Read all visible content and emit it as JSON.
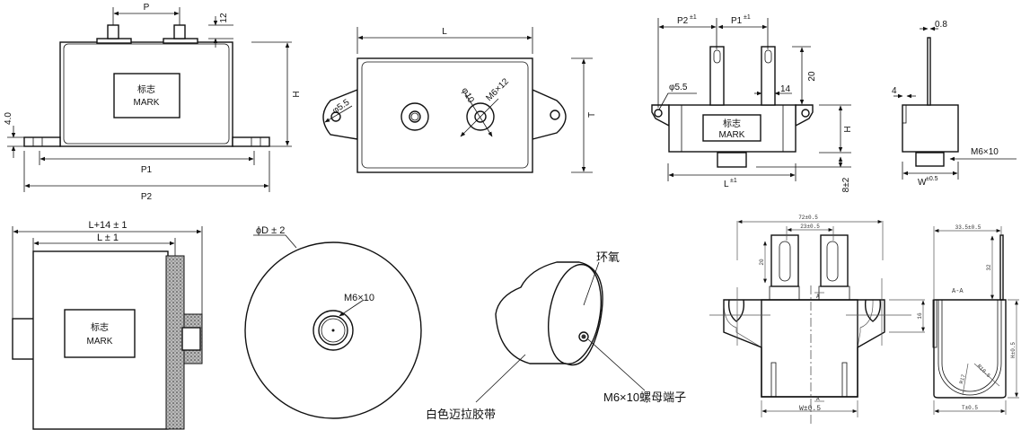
{
  "views": {
    "front_view": {
      "mark": [
        "标志",
        "MARK"
      ],
      "dims": {
        "pitch": "P",
        "terminal_height": "12",
        "height": "H",
        "flange": "4.0",
        "p1": "P1",
        "p2": "P2"
      }
    },
    "top_view": {
      "dims": {
        "length": "L",
        "thickness": "T",
        "hole": "φ5.5",
        "boss": "φ10",
        "thread": "M6×12"
      }
    },
    "tab_front_view": {
      "mark": [
        "标志",
        "MARK"
      ],
      "dims": {
        "p2": "P2",
        "p2_tol": "±1",
        "p1": "P1",
        "p1_tol": "±1",
        "tab_len": "20",
        "tab_w": "14",
        "hole": "φ5.5",
        "height": "H",
        "length": "L",
        "length_tol": "±1",
        "stud": "8±2"
      }
    },
    "tab_side_view": {
      "dims": {
        "thickness": "0.8",
        "offset": "4",
        "thread": "M6×10",
        "width": "W",
        "width_tol": "±0.5"
      }
    },
    "cylinder_side_view": {
      "mark": [
        "标志",
        "MARK"
      ],
      "dims": {
        "overall": "L+14 ± 1",
        "length": "L ± 1"
      }
    },
    "cylinder_end_view": {
      "dims": {
        "diameter": "ϕD ± 2",
        "thread": "M6×10"
      }
    },
    "cylinder_3d_view": {
      "labels": {
        "epoxy": "环氧",
        "tape": "白色迈拉胶带",
        "terminal": "M6×10螺母端子"
      }
    },
    "cad_front_view": {
      "dims": {
        "overall": "72±0.5",
        "pitch": "23±0.5",
        "tab": "20",
        "slot": "16",
        "width": "W±0.5",
        "section_mark": "A"
      }
    },
    "cad_section_view": {
      "dims": {
        "title": "A-A",
        "depth": "33.5±0.5",
        "tab": "32",
        "height": "H±0.5",
        "r_inner": "R17",
        "r_outer": "R18.5",
        "thickness": "T±0.5"
      }
    }
  }
}
